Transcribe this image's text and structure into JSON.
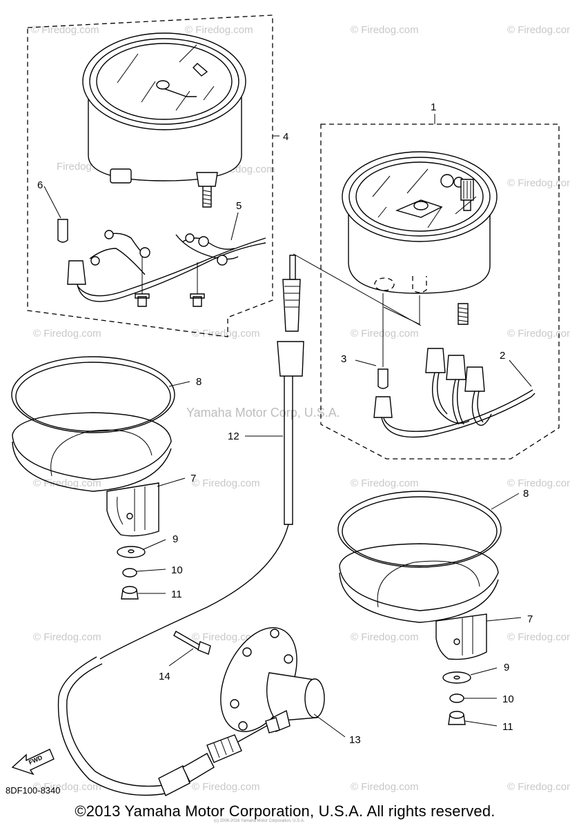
{
  "diagram": {
    "callouts": [
      "1",
      "2",
      "3",
      "4",
      "5",
      "6",
      "7",
      "7",
      "8",
      "8",
      "9",
      "9",
      "10",
      "10",
      "11",
      "11",
      "12",
      "13",
      "14"
    ],
    "diagram_code": "8DF100-8340",
    "fwd_label": "FWD",
    "center_watermark": "Yamaha Motor Corp, U.S.A.",
    "watermark_text": "© Firedog.com",
    "watermark_short": "Firedog.com",
    "copyright": "©2013 Yamaha Motor Corporation, U.S.A. All rights reserved.",
    "fine_print": "(c) 2006-2016 Yamaha Motor Corporation, U.S.A."
  }
}
